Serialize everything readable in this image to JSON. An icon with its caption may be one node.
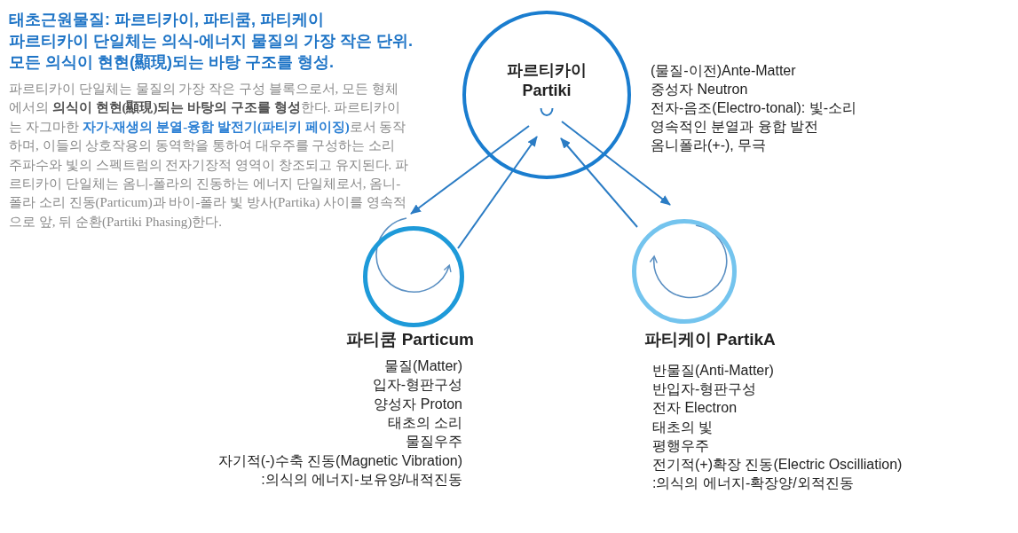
{
  "diagram": {
    "title": "태초근원물질: 파르티카이, 파티쿰, 파티케이",
    "nodes": [
      {
        "text": [
          "파르티카이 Partiki"
        ],
        "beside": [
          "(물질-이전)Ante-Matter",
          "중성자 Neutron",
          "전자-음조(Electro-tonal): 빛-소리",
          "영속적인 분열과 융합 발전",
          "옴니폴라(+-), 무극"
        ]
      },
      {
        "text": [
          "파티쿰 Particum"
        ],
        "beside": [
          "물질(Matter)",
          "입자-형판구성",
          "양성자 Proton",
          "태초의 소리",
          "물질우주",
          "자기적(-)수축 진동(Magnetic Vibration)",
          ":의식의 에너지-보유양/내적진동"
        ]
      },
      {
        "text": [
          "파티케이 PartikA"
        ],
        "beside": [
          "반물질(Anti-Matter)",
          "반입자-형판구성",
          "전자 Electron",
          "태초의 빛",
          "평행우주",
          "전기적(+)확장 진동(Electric Oscilliation)",
          ":의식의 에너지-확장양/외적진동"
        ]
      }
    ],
    "edges": [
      {
        "from": 0,
        "to": 1,
        "arrow": "to"
      },
      {
        "from": 1,
        "to": 0,
        "arrow": "to"
      },
      {
        "from": 0,
        "to": 2,
        "arrow": "to"
      },
      {
        "from": 2,
        "to": 0,
        "arrow": "to"
      }
    ],
    "labels": [
      "파르티카이 단일체는 의식-에너지 물질의 가장 작은 단위.",
      "모든 의식이 현현(顯現)되는 바탕 구조를 형성.",
      "파르티카이 단일체는 물질의 가장 작은 구성 블록으로서, 모든 형체에서의 **의식이 현현(顯現)되는 바탕의 구조를 형성**한다. 파르티카이는 자그마한 **자가-재생의 분열-융합 발전기(파티키 페이징)**로서 동작하며, 이들의 상호작용의 동역학을 통하여 대우주를 구성하는 소리 주파수와 빛의 스펙트럼의 전자기장적 영역이 창조되고 유지된다. 파르티카이 단일체는 옴니-폴라의 진동하는 에너지 단일체로서, 옴니-폴라 소리 진동(Particum)과 바이-폴라 빛 방사(Partika) 사이를 영속적으로 앞, 뒤 순환(Partiki Phasing)한다."
    ]
  }
}
